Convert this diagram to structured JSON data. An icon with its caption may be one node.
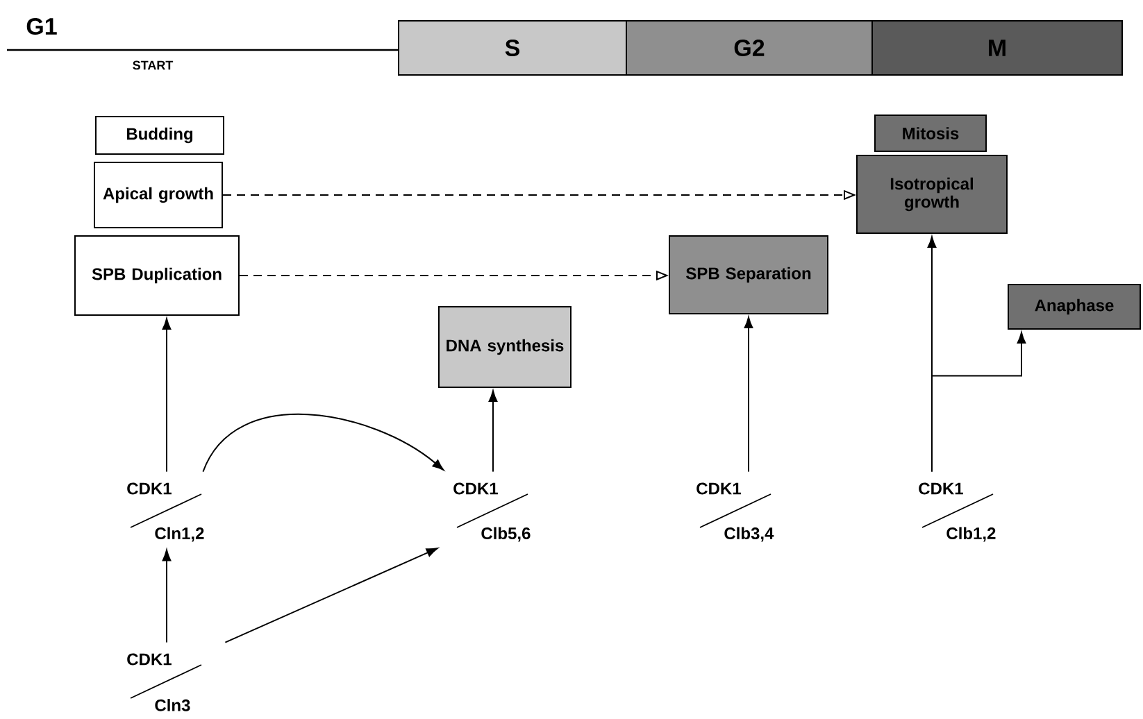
{
  "diagram": {
    "nodes": [
      {
        "text": [
          "S"
        ]
      },
      {
        "text": [
          "G2"
        ]
      },
      {
        "text": [
          "M"
        ]
      },
      {
        "text": [
          "Budding"
        ]
      },
      {
        "text": [
          "Apical growth"
        ]
      },
      {
        "text": [
          "SPB Duplication"
        ]
      },
      {
        "text": [
          "DNA synthesis"
        ]
      },
      {
        "text": [
          "SPB Separation"
        ]
      },
      {
        "text": [
          "Mitosis"
        ]
      },
      {
        "text": [
          "Isotropical growth"
        ]
      },
      {
        "text": [
          "Anaphase"
        ]
      },
      {
        "text": [
          "CDK1",
          "Cln1,2"
        ]
      },
      {
        "text": [
          "CDK1",
          "Clb5,6"
        ]
      },
      {
        "text": [
          "CDK1",
          "Clb3,4"
        ]
      },
      {
        "text": [
          "CDK1",
          "Clb1,2"
        ]
      },
      {
        "text": [
          "CDK1",
          "Cln3"
        ]
      }
    ],
    "edges": [
      {
        "from": 4,
        "to": 9,
        "arrow": "to",
        "style": "dashed"
      },
      {
        "from": 5,
        "to": 7,
        "arrow": "to",
        "style": "dashed"
      },
      {
        "from": 11,
        "to": 5,
        "arrow": "to"
      },
      {
        "from": 11,
        "to": 12,
        "arrow": "to"
      },
      {
        "from": 12,
        "to": 6,
        "arrow": "to"
      },
      {
        "from": 15,
        "to": 11,
        "arrow": "to"
      },
      {
        "from": 15,
        "to": 12,
        "arrow": "to"
      },
      {
        "from": 13,
        "to": 7,
        "arrow": "to"
      },
      {
        "from": 14,
        "to": 9,
        "arrow": "to"
      },
      {
        "from": 14,
        "to": 10,
        "arrow": "to"
      }
    ],
    "labels": [
      "G1",
      "START"
    ]
  }
}
